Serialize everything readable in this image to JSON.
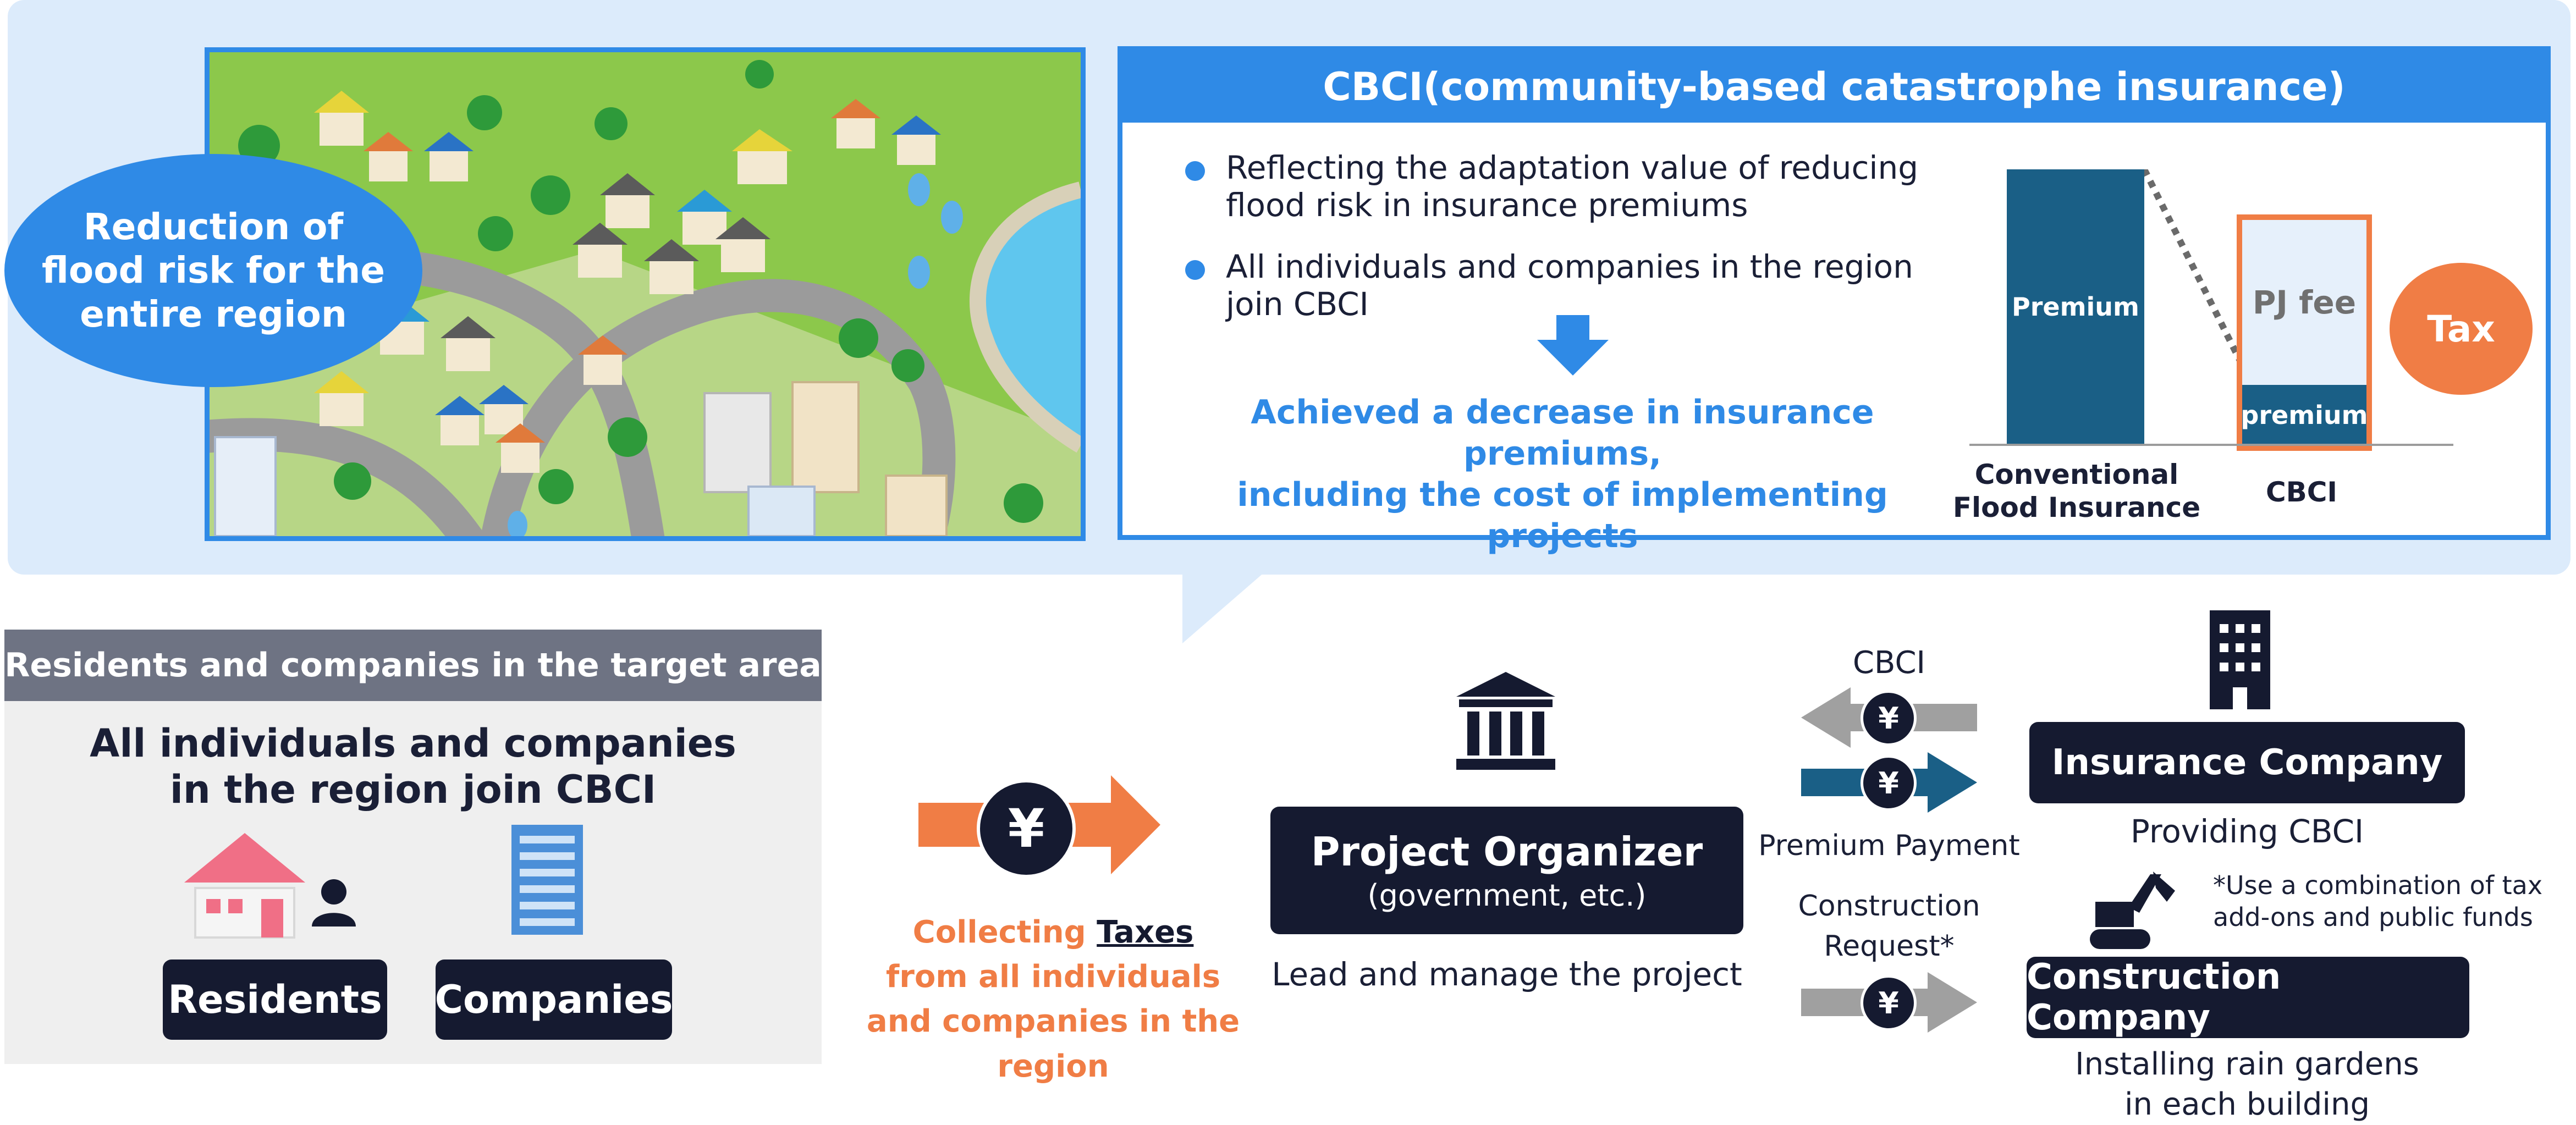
{
  "bubble": {
    "text": "Reduction of flood risk for the entire region"
  },
  "cbci_box": {
    "title": "CBCI(community-based catastrophe insurance)",
    "bullets": [
      "Reflecting the adaptation value of reducing flood risk in insurance premiums",
      "All individuals and companies in the region join CBCI"
    ],
    "result_line1": "Achieved a decrease in insurance premiums,",
    "result_line2": "including the cost of implementing projects",
    "chart": {
      "conventional_bar_label": "Premium",
      "cbci_upper_label": "PJ fee",
      "cbci_lower_label": "premium",
      "tax_label": "Tax",
      "xlabel_conventional_1": "Conventional",
      "xlabel_conventional_2": "Flood Insurance",
      "xlabel_cbci": "CBCI"
    }
  },
  "left_panel": {
    "header": "Residents and companies in the target area",
    "subtitle_1": "All individuals and companies",
    "subtitle_2": "in the region join CBCI",
    "residents_label": "Residents",
    "companies_label": "Companies"
  },
  "tax_flow": {
    "yen": "¥",
    "line1_prefix": "Collecting ",
    "line1_underlined": "Taxes",
    "line2": "from all individuals",
    "line3": "and companies in the region"
  },
  "organizer": {
    "title": "Project Organizer",
    "subtitle": "(government, etc.)",
    "caption": "Lead and manage the project"
  },
  "flows": {
    "cbci_label": "CBCI",
    "premium_label": "Premium Payment",
    "construction_label_1": "Construction",
    "construction_label_2": "Request*",
    "yen": "¥"
  },
  "insurance": {
    "title": "Insurance Company",
    "caption": "Providing CBCI"
  },
  "note": {
    "line1": "*Use a combination of tax",
    "line2": "add-ons and public funds"
  },
  "construction": {
    "title": "Construction Company",
    "caption_1": "Installing rain gardens",
    "caption_2": "in each building"
  },
  "colors": {
    "accent_blue": "#2f8ae6",
    "navy": "#151a30",
    "teal_bar": "#1a5f86",
    "orange": "#f07d45",
    "panel_blue": "#dcebfb",
    "gray_arrow": "#9b9b9b"
  }
}
